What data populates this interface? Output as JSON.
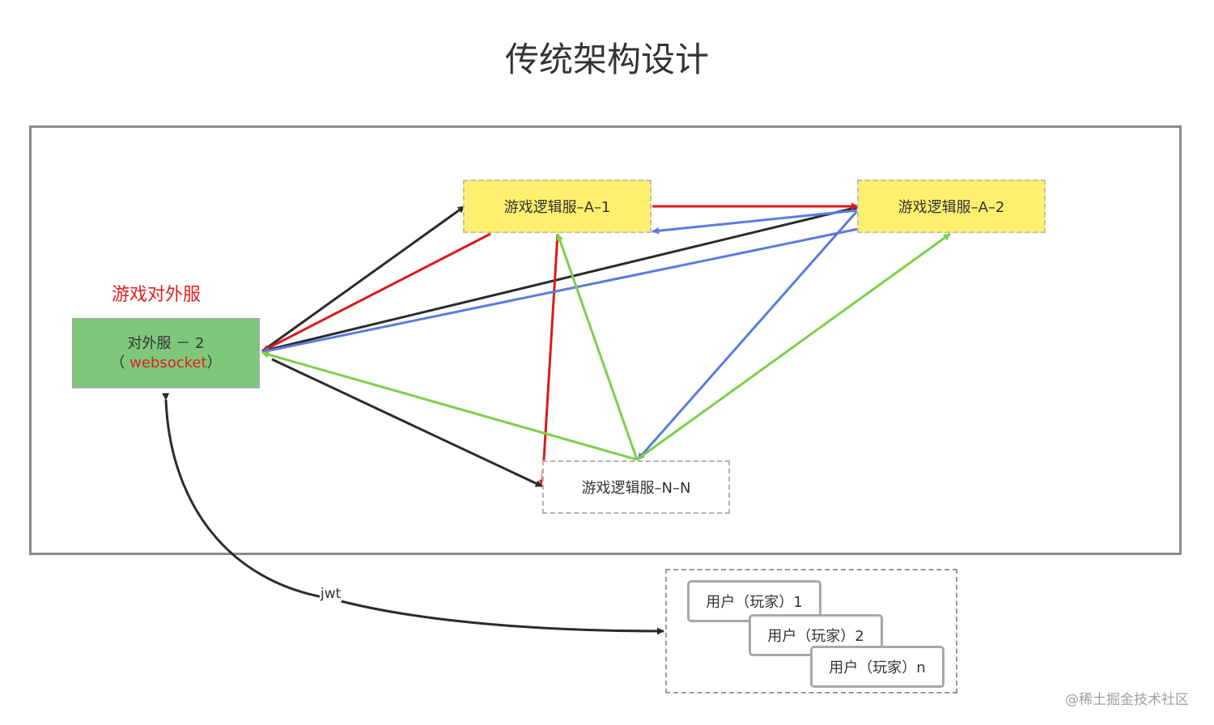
{
  "title": "传统架构设计",
  "group_label": "游戏对外服",
  "nodes": {
    "gateway": {
      "line1": "对外服 － 2",
      "line2_open": "（ ",
      "line2_highlight": "websocket",
      "line2_close": "）"
    },
    "logic_a1": "游戏逻辑服–A–1",
    "logic_a2": "游戏逻辑服–A–2",
    "logic_nn": "游戏逻辑服–N–N"
  },
  "users": [
    "用户（玩家）1",
    "用户（玩家）2",
    "用户（玩家）n"
  ],
  "edge_label_jwt": "jwt",
  "watermark": "@稀土掘金技术社区",
  "colors": {
    "black": "#2b2b2b",
    "red": "#d81b1b",
    "blue": "#5b7be0",
    "green": "#7cd04a"
  }
}
